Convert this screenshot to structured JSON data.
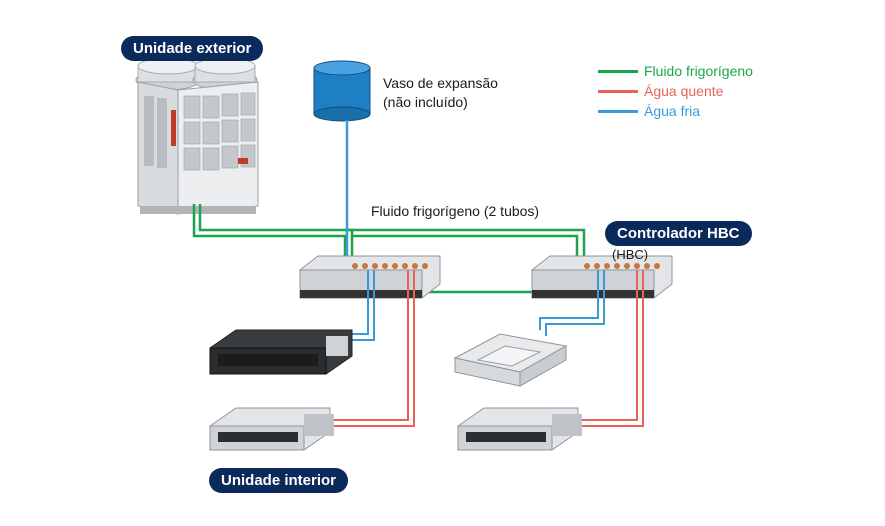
{
  "labels": {
    "outdoor_unit": "Unidade exterior",
    "indoor_unit": "Unidade interior",
    "hbc_controller": "Controlador HBC",
    "hbc_abbrev": "(HBC)",
    "expansion_vessel_line1": "Vaso de expansão",
    "expansion_vessel_line2": "(não incluído)",
    "refrigerant_pipes": "Fluido frigorígeno (2 tubos)"
  },
  "legend": [
    {
      "label": "Fluido frigorígeno",
      "color": "#1aa54a"
    },
    {
      "label": "Água quente",
      "color": "#e8625a"
    },
    {
      "label": "Água fria",
      "color": "#3a9ad9"
    }
  ],
  "colors": {
    "pill_bg": "#0b2a5c",
    "refrigerant": "#1aa54a",
    "hot_water": "#e8625a",
    "cold_water": "#3a9ad9",
    "vessel": "#1f7fc4"
  }
}
